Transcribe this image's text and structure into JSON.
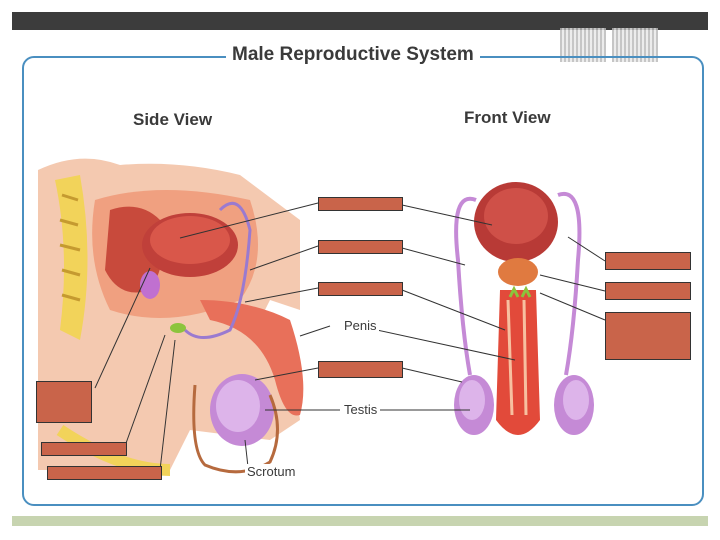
{
  "title": "Male Reproductive System",
  "views": {
    "side": "Side View",
    "front": "Front View"
  },
  "labels": {
    "penis": "Penis",
    "testis": "Testis",
    "scrotum": "Scrotum"
  },
  "colors": {
    "frame": "#4a8fc0",
    "label_box": "#c9644a",
    "tissue": "#e06a52",
    "fat": "#f2d35a",
    "organ": "#b24a4a",
    "testis": "#c58ad6"
  }
}
